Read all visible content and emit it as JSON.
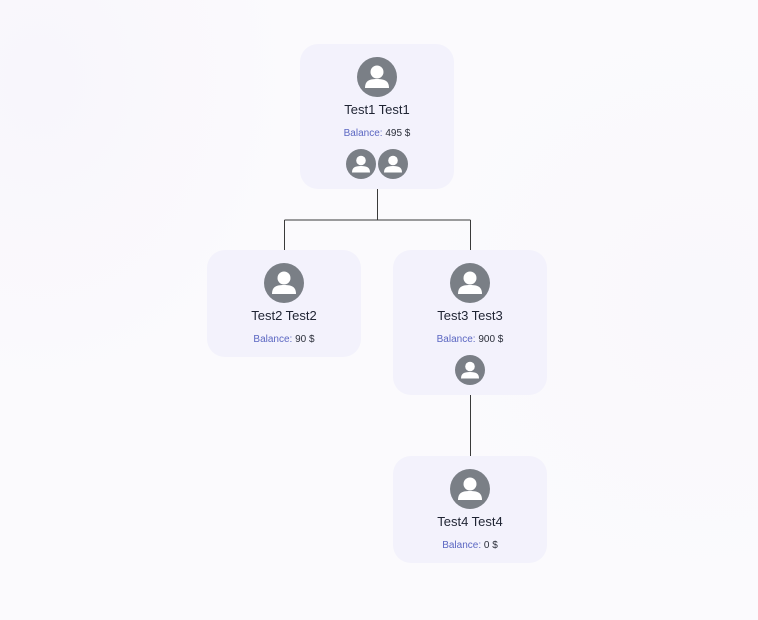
{
  "tree": {
    "balance_label": "Balance:",
    "nodes": [
      {
        "id": "test1",
        "name": "Test1 Test1",
        "balance": "495 $",
        "children_count": 2
      },
      {
        "id": "test2",
        "name": "Test2 Test2",
        "balance": "90 $",
        "children_count": 0
      },
      {
        "id": "test3",
        "name": "Test3 Test3",
        "balance": "900 $",
        "children_count": 1
      },
      {
        "id": "test4",
        "name": "Test4 Test4",
        "balance": "0 $",
        "children_count": 0
      }
    ],
    "edges": [
      {
        "from": "test1",
        "to": "test2"
      },
      {
        "from": "test1",
        "to": "test3"
      },
      {
        "from": "test3",
        "to": "test4"
      }
    ]
  },
  "colors": {
    "card_background": "#f3f2fc",
    "avatar": "#7a7f86",
    "balance_label": "#5b67c2",
    "name_text": "#1f2433",
    "connector": "#3a3a3a"
  }
}
